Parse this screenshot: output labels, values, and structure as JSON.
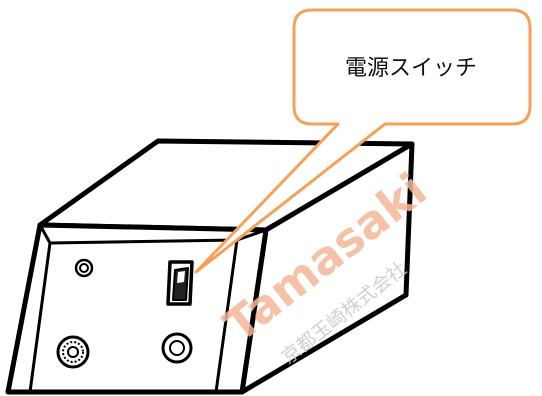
{
  "callout": {
    "label": "電源スイッチ",
    "border_color": "#f4a259",
    "fill_color": "#ffffff"
  },
  "device": {
    "outline_color": "#000000",
    "fill_color": "#ffffff"
  },
  "watermark": {
    "brand": "Tamasaki",
    "company": "京都玉崎株式会社",
    "brand_color": "#f4b89a",
    "company_color": "#c8c8c8"
  }
}
